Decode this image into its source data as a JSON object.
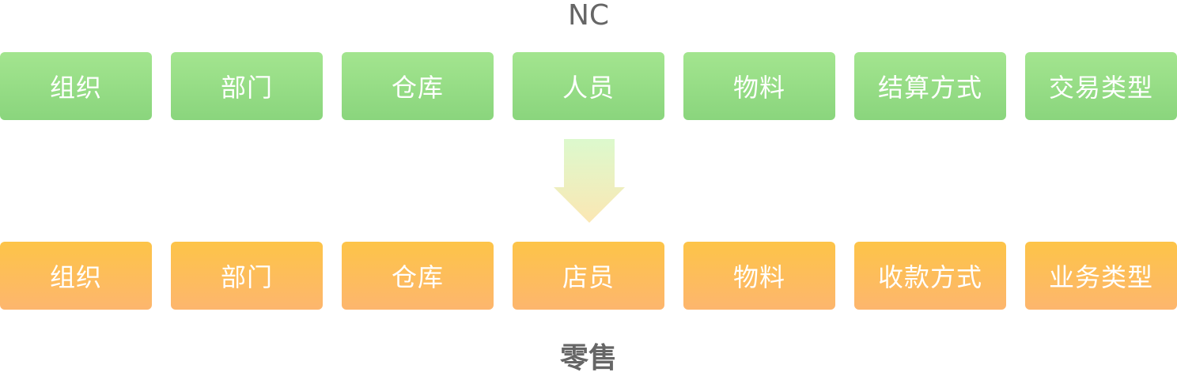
{
  "top_label": "NC",
  "bottom_label": "零售",
  "nc_items": [
    "组织",
    "部门",
    "仓库",
    "人员",
    "物料",
    "结算方式",
    "交易类型"
  ],
  "retail_items": [
    "组织",
    "部门",
    "仓库",
    "店员",
    "物料",
    "收款方式",
    "业务类型"
  ],
  "colors": {
    "nc_box_top": "#a3e58f",
    "nc_box_bottom": "#8ad57d",
    "retail_box_top": "#fdc448",
    "retail_box_bottom": "#fdb66e",
    "arrow_top": "#dcf9cd",
    "arrow_bottom": "#fbe7b3",
    "label_text": "#666666"
  }
}
